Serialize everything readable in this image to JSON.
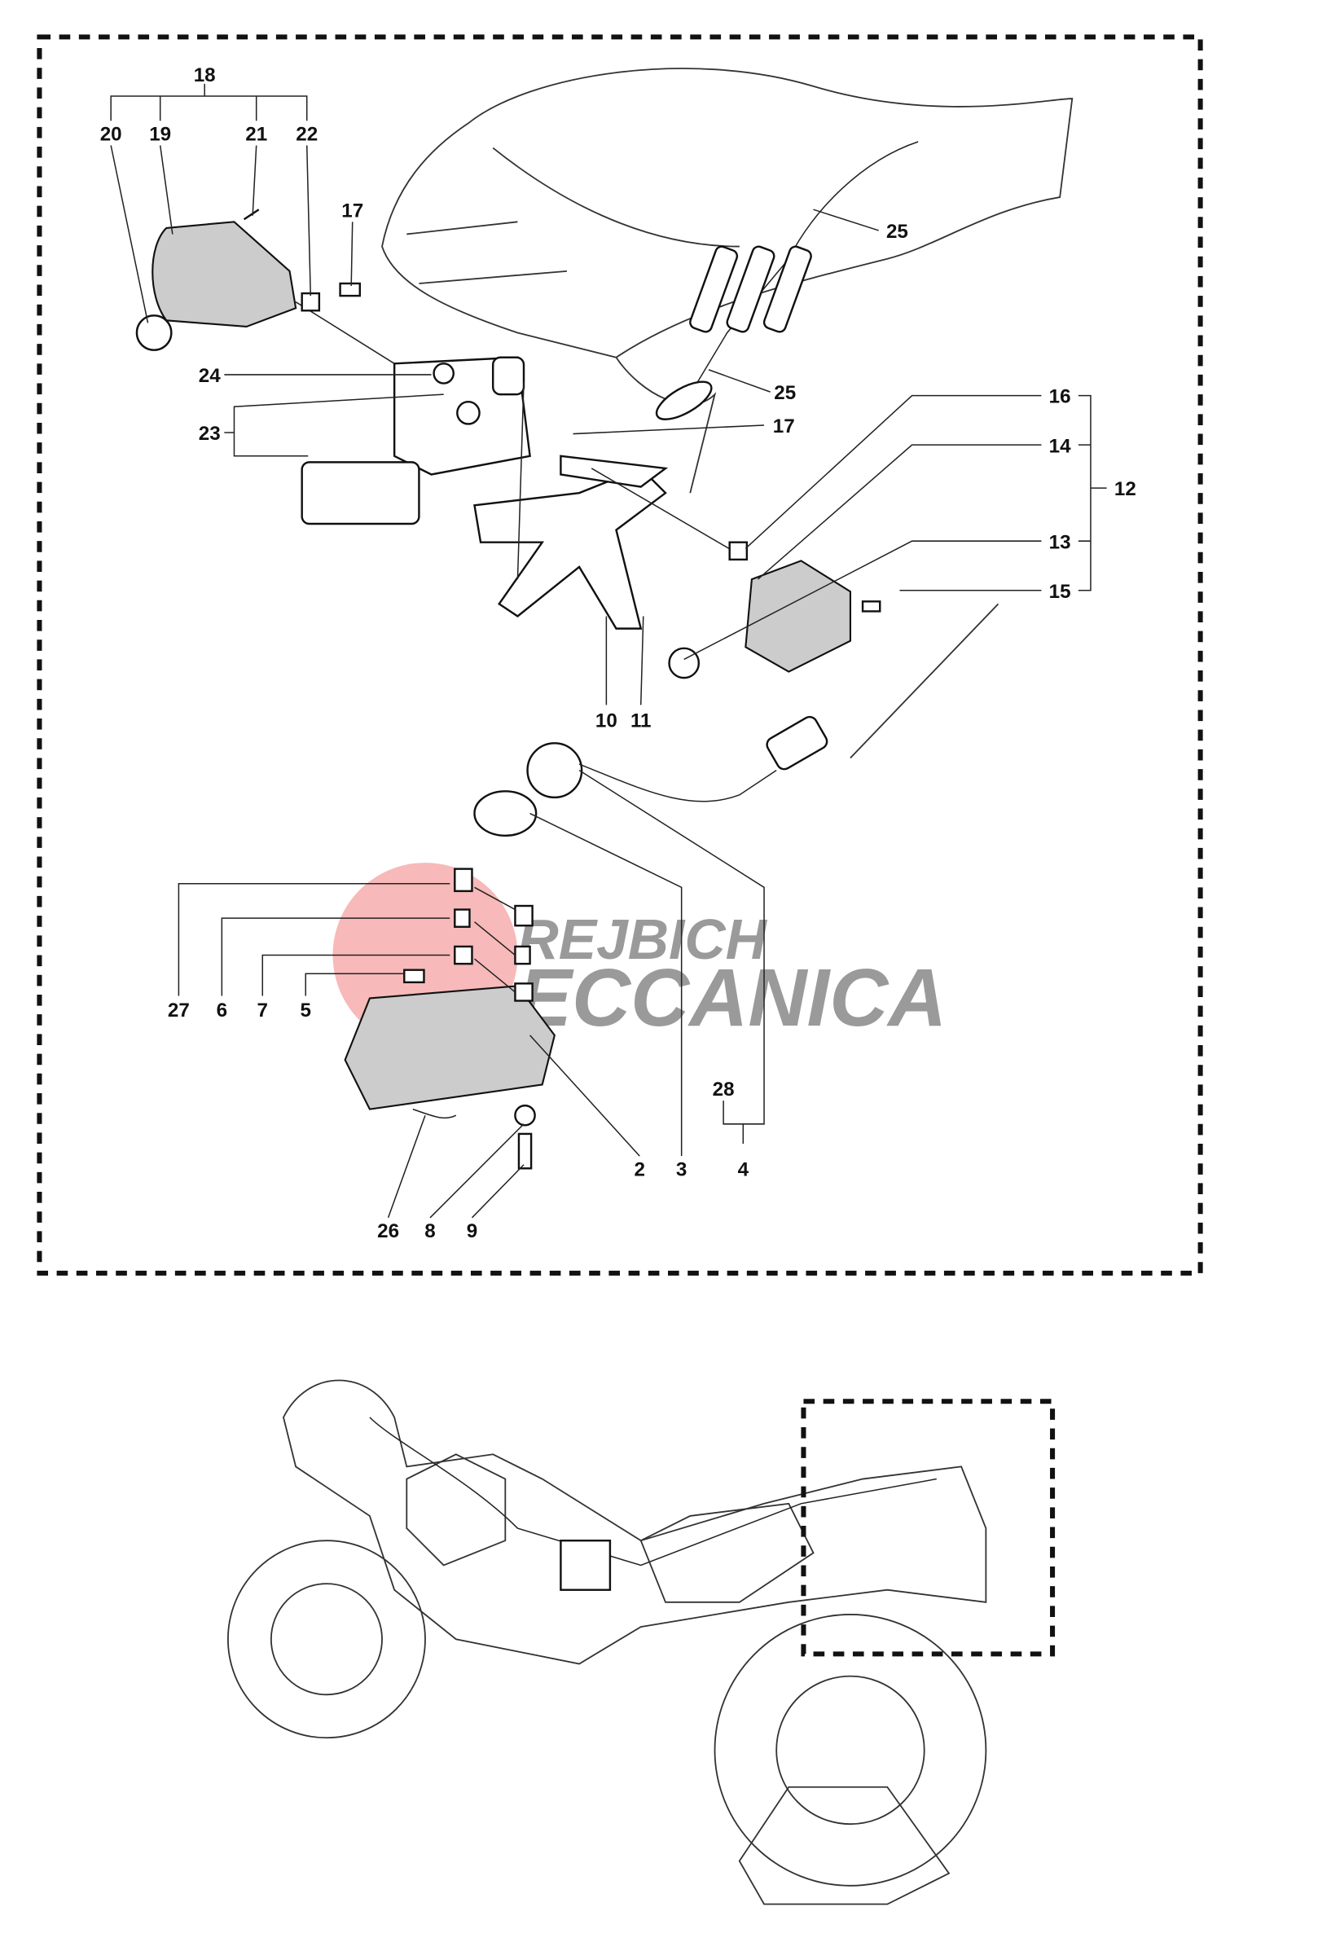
{
  "callouts": [
    "18",
    "20",
    "19",
    "21",
    "22",
    "17",
    "25",
    "24",
    "25",
    "23",
    "17",
    "16",
    "14",
    "12",
    "13",
    "15",
    "10",
    "11",
    "27",
    "6",
    "7",
    "5",
    "28",
    "2",
    "3",
    "4",
    "26",
    "8",
    "9"
  ],
  "watermark": {
    "line1": "REJBICH",
    "line2": "MECCANICA",
    "color": "#f08080"
  }
}
